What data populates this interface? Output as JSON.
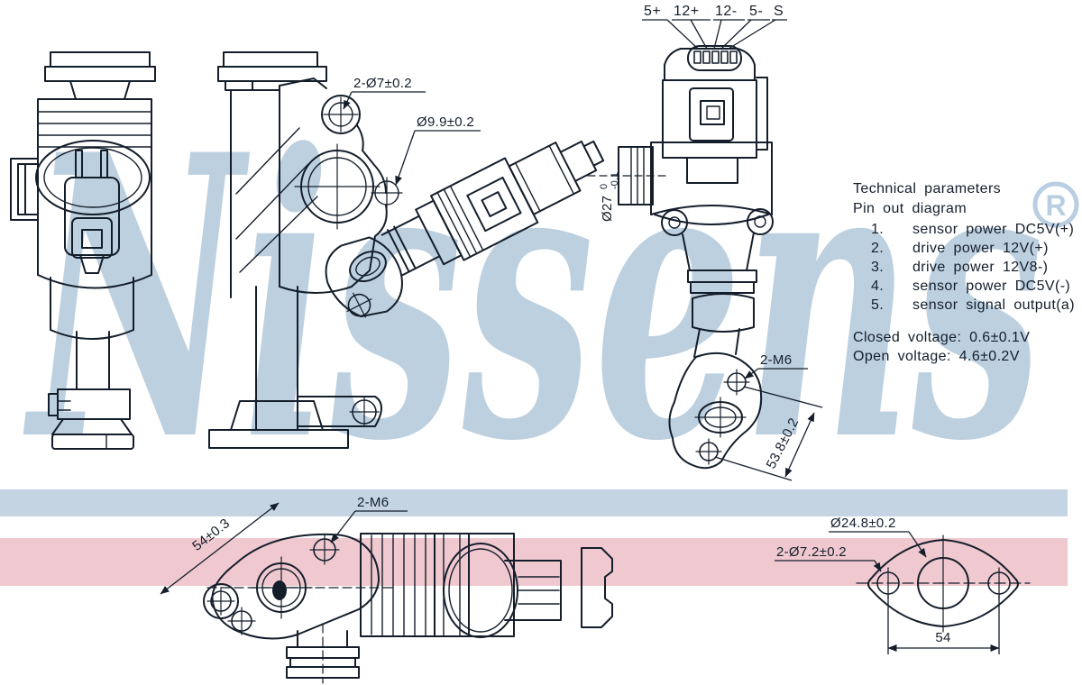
{
  "colors": {
    "line": "#141e2b",
    "watermark": "#bdd0e0",
    "registered": "#b9cee2",
    "band_blue": "#c4d4e3",
    "band_pink": "#f0c8d0"
  },
  "watermark": {
    "text": "Nissens",
    "registered": "R"
  },
  "connector_pin_labels": {
    "p1": "5+",
    "p2": "12+",
    "p3": "12-",
    "p4": "5-",
    "p5": "S"
  },
  "dimensions": {
    "side_holes": "2-Ø7±0.2",
    "side_port": "Ø9.9±0.2",
    "rear_port_dia": "Ø27",
    "rear_port_tol_upper": "0",
    "rear_port_tol_lower": "-0.1",
    "rear_thread": "2-M6",
    "rear_flange_span": "53.8±0.2",
    "bottom_span": "54±0.3",
    "bottom_thread": "2-M6",
    "flange_bore": "Ø24.8±0.2",
    "flange_holes": "2-Ø7.2±0.2",
    "flange_pitch": "54"
  },
  "technical": {
    "title": "Technical parameters",
    "subtitle": "Pin out diagram",
    "pins": [
      {
        "num": "1.",
        "desc": "sensor power DC5V(+)"
      },
      {
        "num": "2.",
        "desc": "drive power 12V(+)"
      },
      {
        "num": "3.",
        "desc": "drive power 12V8-)"
      },
      {
        "num": "4.",
        "desc": "sensor power DC5V(-)"
      },
      {
        "num": "5.",
        "desc": "sensor signal output(a)"
      }
    ],
    "closed_voltage": "Closed voltage: 0.6±0.1V",
    "open_voltage": "Open voltage: 4.6±0.2V"
  }
}
